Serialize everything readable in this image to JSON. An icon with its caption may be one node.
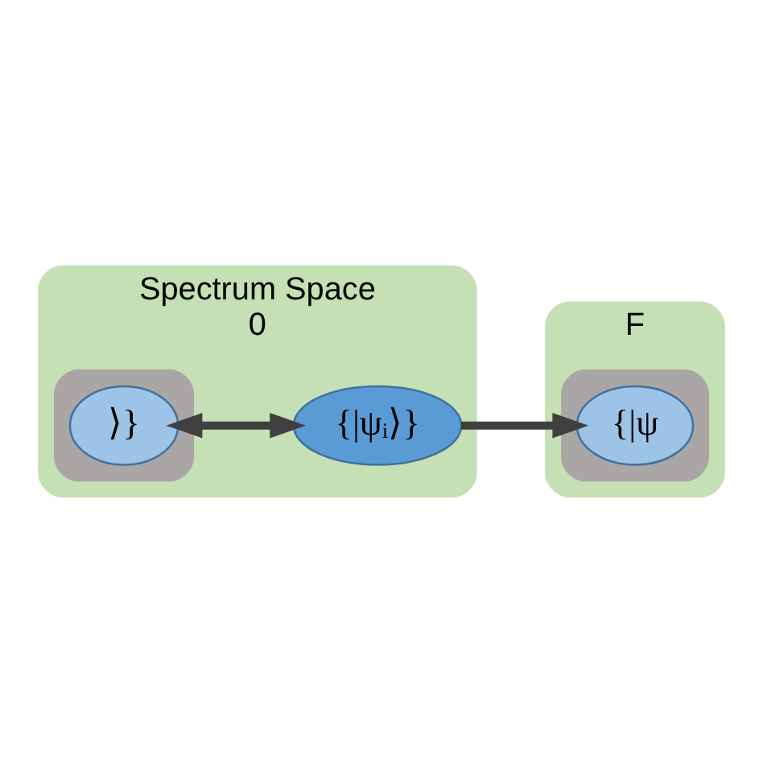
{
  "diagram": {
    "nodes": [
      {
        "text": [
          "Spectrum Space",
          "0"
        ]
      },
      {
        "text": [],
        "shape": "ellipse",
        "in": 0
      },
      {
        "text": [
          "⟩}"
        ],
        "in": 1
      },
      {
        "text": [
          "{|ψᵢ⟩}"
        ],
        "in": 0
      },
      {
        "text": [
          "F"
        ]
      },
      {
        "text": [],
        "shape": "ellipse",
        "in": 4
      },
      {
        "text": [
          "{|ψ"
        ],
        "in": 5
      }
    ],
    "edges": [
      {
        "from": 2,
        "to": 3,
        "arrow": "both"
      },
      {
        "from": 3,
        "to": 6,
        "arrow": "to"
      }
    ]
  }
}
